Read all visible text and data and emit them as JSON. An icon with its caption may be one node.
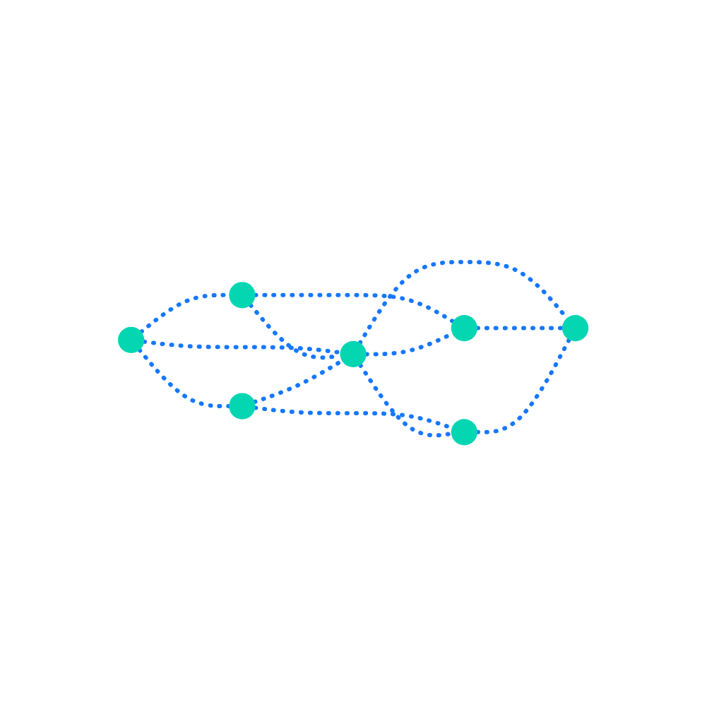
{
  "diagram": {
    "nodes": [
      {
        "text": [],
        "shape": "circle"
      },
      {
        "text": [],
        "shape": "circle"
      },
      {
        "text": [],
        "shape": "circle"
      },
      {
        "text": [],
        "shape": "circle"
      },
      {
        "text": [],
        "shape": "circle"
      },
      {
        "text": [],
        "shape": "circle"
      },
      {
        "text": [],
        "shape": "circle"
      }
    ],
    "edges": [
      {
        "from": 0,
        "to": 1,
        "arrow": "none",
        "style": "dashed"
      },
      {
        "from": 0,
        "to": 2,
        "arrow": "none",
        "style": "dashed"
      },
      {
        "from": 0,
        "to": 3,
        "arrow": "none",
        "style": "dashed"
      },
      {
        "from": 1,
        "to": 3,
        "arrow": "none",
        "style": "dashed"
      },
      {
        "from": 1,
        "to": 4,
        "arrow": "none",
        "style": "dashed"
      },
      {
        "from": 2,
        "to": 3,
        "arrow": "none",
        "style": "dashed"
      },
      {
        "from": 3,
        "to": 4,
        "arrow": "none",
        "style": "dashed"
      },
      {
        "from": 2,
        "to": 5,
        "arrow": "none",
        "style": "dashed"
      },
      {
        "from": 3,
        "to": 5,
        "arrow": "none",
        "style": "dashed"
      },
      {
        "from": 3,
        "to": 6,
        "arrow": "none",
        "style": "dashed"
      },
      {
        "from": 4,
        "to": 6,
        "arrow": "none",
        "style": "dashed"
      },
      {
        "from": 5,
        "to": 6,
        "arrow": "none",
        "style": "dashed"
      }
    ]
  }
}
